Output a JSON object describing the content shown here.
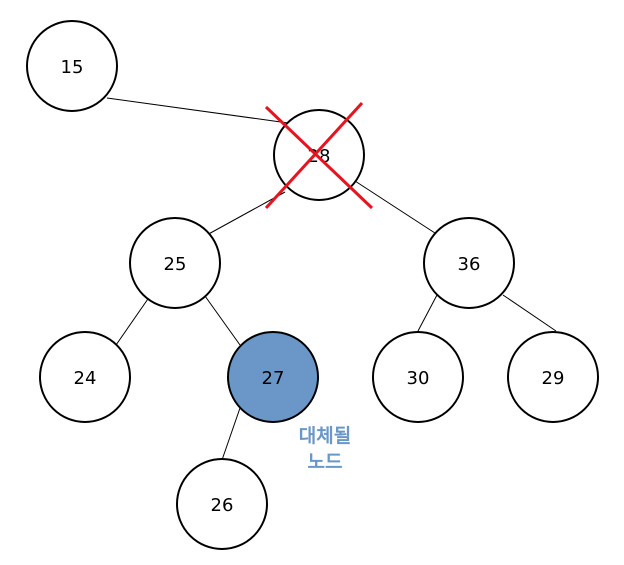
{
  "nodes": [
    {
      "id": "n15",
      "label": "15"
    },
    {
      "id": "n28",
      "label": "28",
      "deleted": true
    },
    {
      "id": "n25",
      "label": "25"
    },
    {
      "id": "n36",
      "label": "36"
    },
    {
      "id": "n24",
      "label": "24"
    },
    {
      "id": "n27",
      "label": "27",
      "highlighted": true
    },
    {
      "id": "n30",
      "label": "30"
    },
    {
      "id": "n29",
      "label": "29"
    },
    {
      "id": "n26",
      "label": "26"
    }
  ],
  "edges": [
    [
      "n15",
      "n28"
    ],
    [
      "n28",
      "n25"
    ],
    [
      "n28",
      "n36"
    ],
    [
      "n25",
      "n24"
    ],
    [
      "n25",
      "n27"
    ],
    [
      "n36",
      "n30"
    ],
    [
      "n36",
      "n29"
    ],
    [
      "n27",
      "n26"
    ]
  ],
  "annotation": {
    "line1": "대체될",
    "line2": "노드"
  },
  "colors": {
    "highlight_fill": "#6b97c8",
    "cross": "#e8131f",
    "annotation_text": "#6b97c8",
    "stroke": "#000000"
  }
}
